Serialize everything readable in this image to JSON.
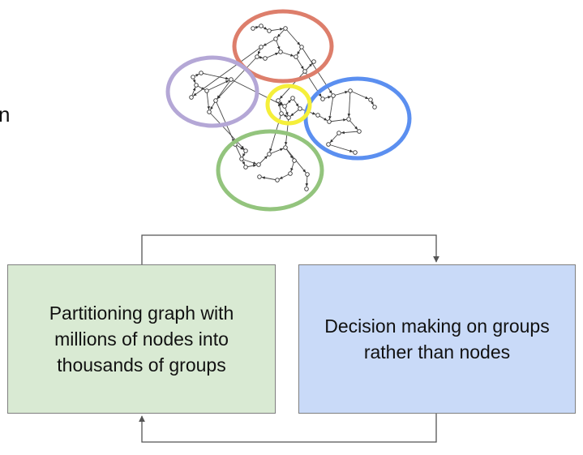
{
  "edge_text": "n",
  "left_box": {
    "text": "Partitioning graph with millions of nodes into thousands of groups"
  },
  "right_box": {
    "text": "Decision making on groups rather than nodes"
  },
  "colors": {
    "left_box_fill": "#d9ead3",
    "right_box_fill": "#c9daf8",
    "cluster_red": "#dd7e6b",
    "cluster_purple": "#b4a7d6",
    "cluster_yellow": "#f5ef3a",
    "cluster_blue": "#5b8ff0",
    "cluster_green": "#93c47d",
    "edges": "#555555"
  }
}
